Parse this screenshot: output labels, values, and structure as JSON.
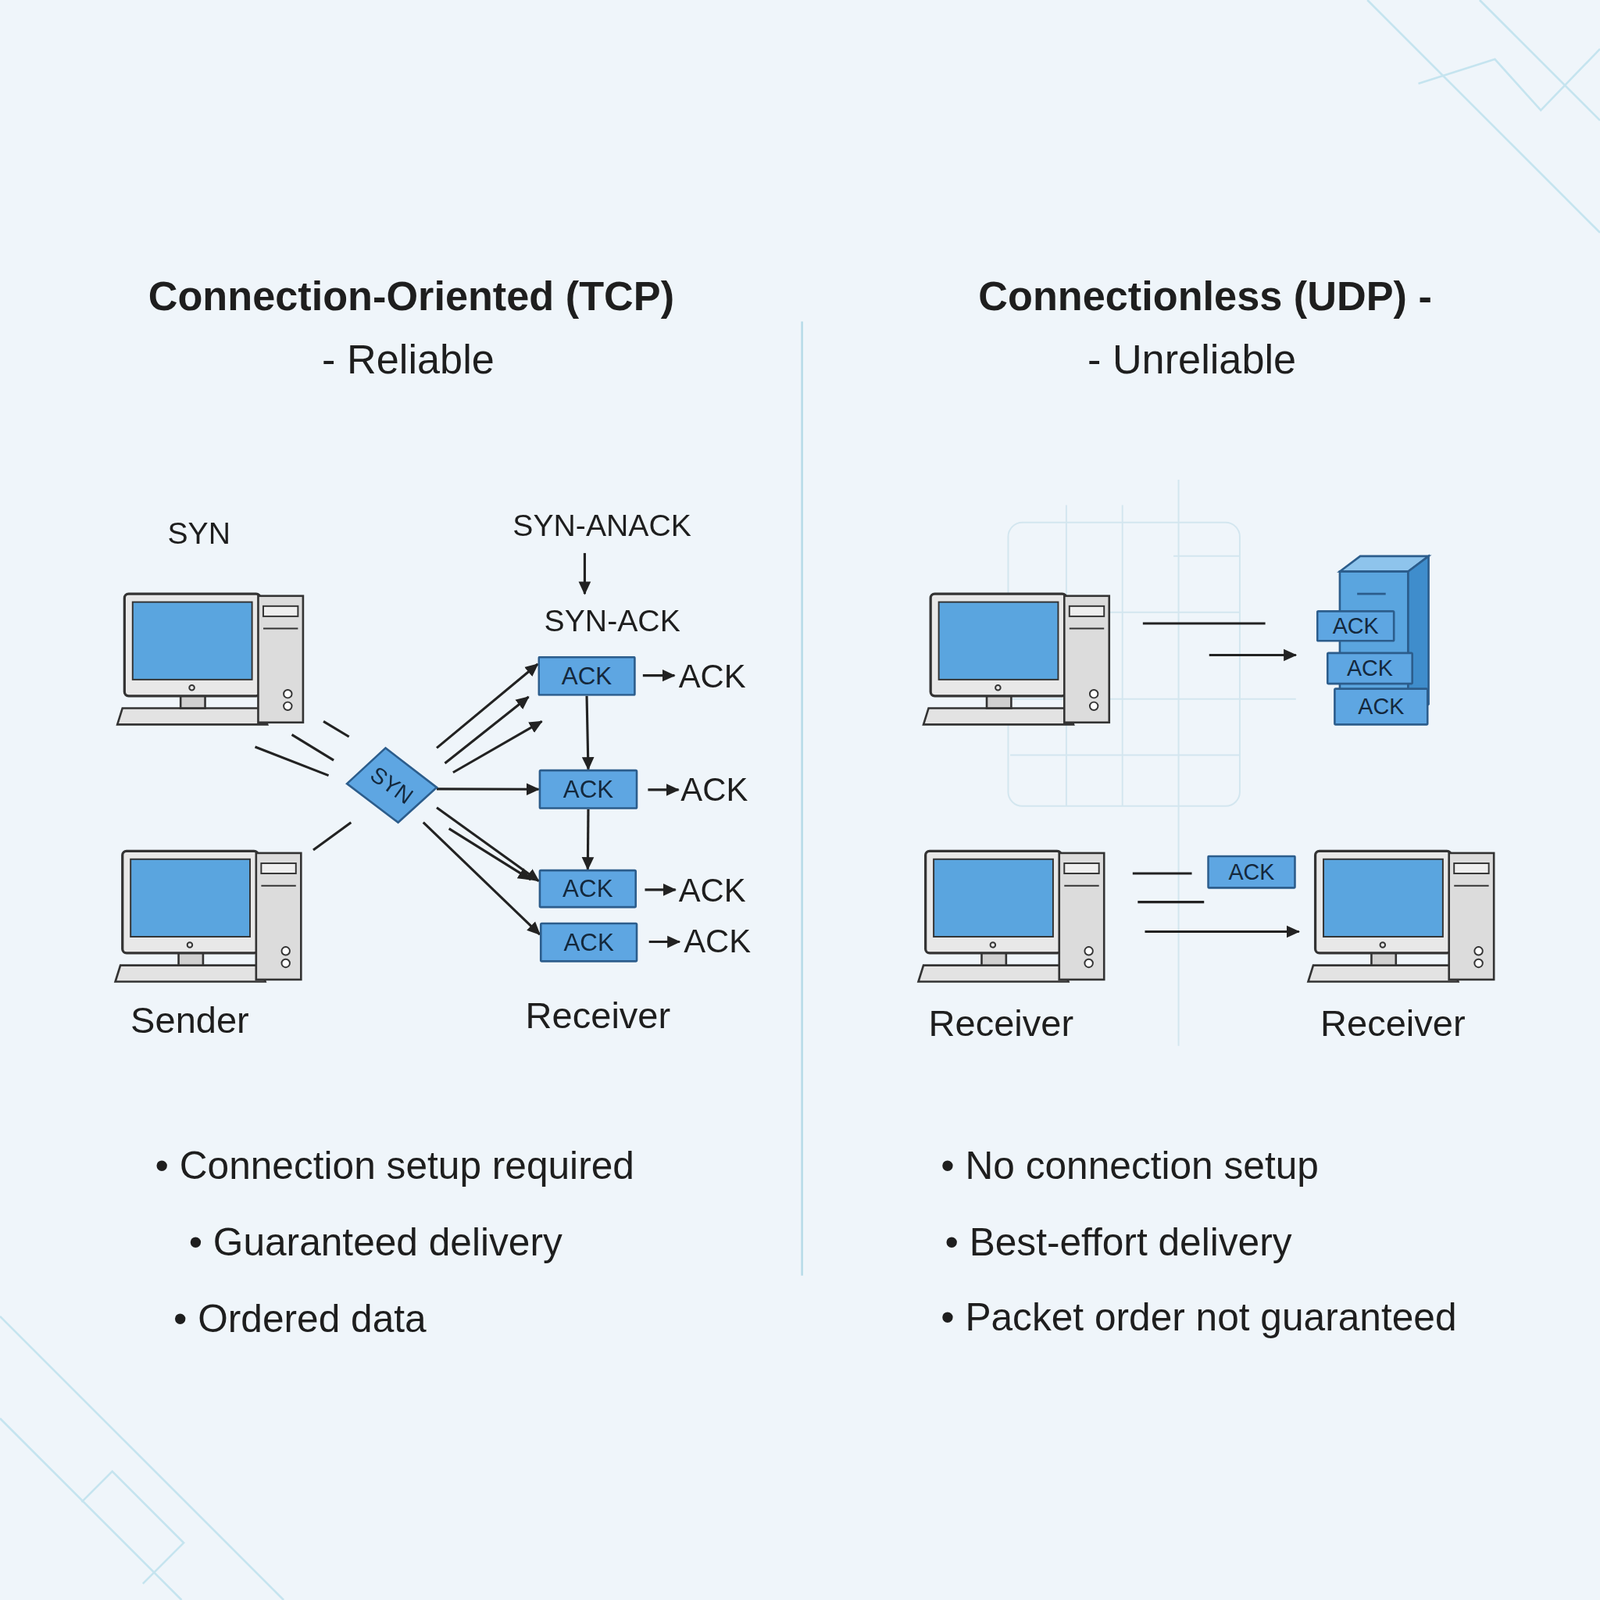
{
  "diagram": {
    "nodes": [
      {
        "text": [
          "SYN"
        ]
      },
      {
        "text": [
          "ACK"
        ]
      },
      {
        "text": [
          "ACK"
        ]
      },
      {
        "text": [
          "ACK"
        ]
      },
      {
        "text": [
          "ACK"
        ]
      },
      {
        "text": [
          "ACK"
        ]
      },
      {
        "text": [
          "ACK"
        ]
      },
      {
        "text": [
          "ACK"
        ]
      },
      {
        "text": [
          "ACK"
        ]
      }
    ],
    "edges": [
      {
        "from": 0,
        "to": 1,
        "arrow": "to"
      },
      {
        "from": 0,
        "to": 2,
        "arrow": "to"
      },
      {
        "from": 0,
        "to": 3,
        "arrow": "to"
      },
      {
        "from": 0,
        "to": 4,
        "arrow": "to"
      },
      {
        "from": 1,
        "to": 2,
        "arrow": "to"
      },
      {
        "from": 2,
        "to": 3,
        "arrow": "to"
      }
    ],
    "labels": [
      "Connection-Oriented (TCP)",
      "- Reliable",
      "Connectionless (UDP) -",
      "- Unreliable",
      "SYN",
      "SYN-ANACK",
      "SYN-ACK",
      "ACK",
      "ACK",
      "ACK",
      "ACK",
      "Sender",
      "Receiver",
      "Receiver",
      "Receiver",
      "• Connection setup required",
      "• Guaranteed delivery",
      "• Ordered data",
      "• No connection setup",
      "• Best-effort delivery",
      "• Packet order not guaranteed"
    ]
  }
}
